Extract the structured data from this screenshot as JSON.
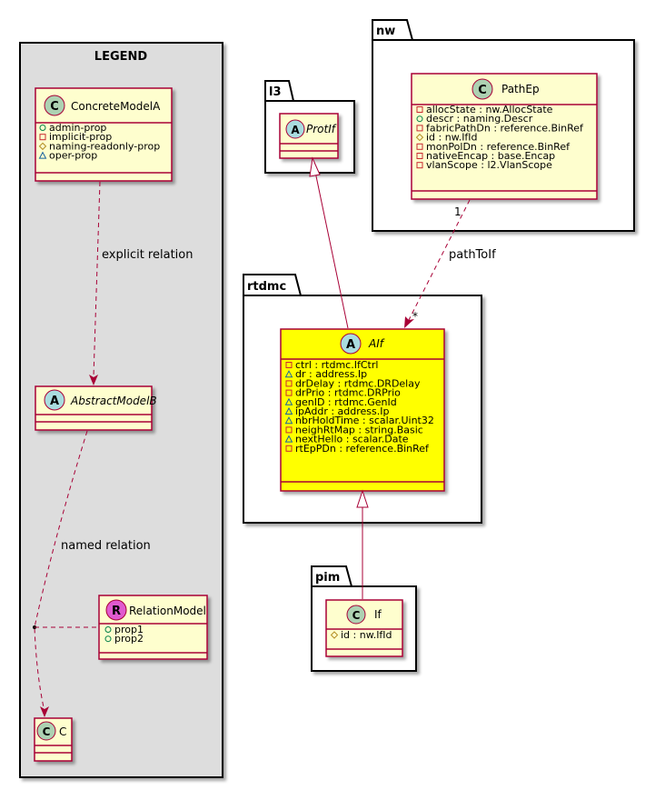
{
  "legend": {
    "title": "LEGEND",
    "concrete": {
      "name": "ConcreteModelA",
      "stereo": "C",
      "attrs": [
        {
          "vis": "public",
          "text": "admin-prop"
        },
        {
          "vis": "private",
          "text": "implicit-prop"
        },
        {
          "vis": "protected",
          "text": "naming-readonly-prop"
        },
        {
          "vis": "package",
          "text": "oper-prop"
        }
      ]
    },
    "abstract": {
      "name": "AbstractModelB",
      "stereo": "A"
    },
    "relation_model": {
      "name": "RelationModel",
      "stereo": "R",
      "attrs": [
        {
          "vis": "public",
          "text": "prop1"
        },
        {
          "vis": "public",
          "text": "prop2"
        }
      ]
    },
    "target": {
      "name": "C",
      "stereo": "C"
    },
    "explicit_label": "explicit relation",
    "named_label": "named relation"
  },
  "l3": {
    "title": "l3",
    "protif": {
      "name": "ProtIf",
      "stereo": "A"
    }
  },
  "nw": {
    "title": "nw",
    "pathep": {
      "name": "PathEp",
      "stereo": "C",
      "attrs": [
        {
          "vis": "private",
          "text": "allocState : nw.AllocState"
        },
        {
          "vis": "public",
          "text": "descr : naming.Descr"
        },
        {
          "vis": "private",
          "text": "fabricPathDn : reference.BinRef"
        },
        {
          "vis": "protected",
          "text": "id : nw.IfId"
        },
        {
          "vis": "private",
          "text": "monPolDn : reference.BinRef"
        },
        {
          "vis": "private",
          "text": "nativeEncap : base.Encap"
        },
        {
          "vis": "private",
          "text": "vlanScope : l2.VlanScope"
        }
      ]
    }
  },
  "rtdmc": {
    "title": "rtdmc",
    "aif": {
      "name": "AIf",
      "stereo": "A",
      "attrs": [
        {
          "vis": "private",
          "text": "ctrl : rtdmc.IfCtrl"
        },
        {
          "vis": "package",
          "text": "dr : address.Ip"
        },
        {
          "vis": "private",
          "text": "drDelay : rtdmc.DRDelay"
        },
        {
          "vis": "private",
          "text": "drPrio : rtdmc.DRPrio"
        },
        {
          "vis": "package",
          "text": "genID : rtdmc.GenId"
        },
        {
          "vis": "package",
          "text": "ipAddr : address.Ip"
        },
        {
          "vis": "package",
          "text": "nbrHoldTime : scalar.Uint32"
        },
        {
          "vis": "private",
          "text": "neighRtMap : string.Basic"
        },
        {
          "vis": "package",
          "text": "nextHello : scalar.Date"
        },
        {
          "vis": "private",
          "text": "rtEpPDn : reference.BinRef"
        }
      ]
    }
  },
  "pim": {
    "title": "pim",
    "if": {
      "name": "If",
      "stereo": "C",
      "attrs": [
        {
          "vis": "protected",
          "text": "id : nw.IfId"
        }
      ]
    }
  },
  "relations": {
    "path_label": "pathToIf",
    "path_mult_src": "1",
    "path_mult_dst": "*"
  },
  "colors": {
    "class_fill": "#FEFECE",
    "class_border": "#A80036",
    "highlight_fill": "#FFFF00",
    "legend_bg": "#DDDDDD",
    "c_badge": "#ADD1B2",
    "a_badge": "#A9DCDF",
    "r_badge": "#E05ACF"
  }
}
